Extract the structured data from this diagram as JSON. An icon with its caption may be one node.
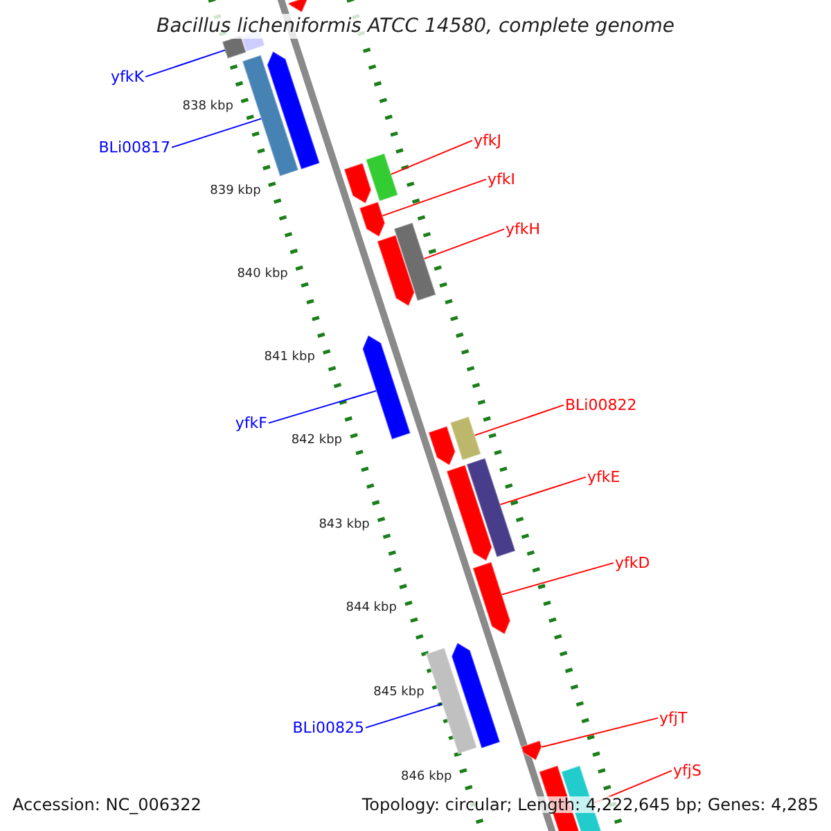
{
  "diagram": {
    "title": "Bacillus licheniformis ATCC 14580, complete genome",
    "nodes": [
      {
        "text": [
          "yfkK"
        ]
      },
      {
        "text": [
          "BLi00817"
        ]
      },
      {
        "text": [
          "yfkJ"
        ]
      },
      {
        "text": [
          "yfkI"
        ]
      },
      {
        "text": [
          "yfkH"
        ]
      },
      {
        "text": [
          "yfkF"
        ]
      },
      {
        "text": [
          "BLi00822"
        ]
      },
      {
        "text": [
          "yfkE"
        ]
      },
      {
        "text": [
          "yfkD"
        ]
      },
      {
        "text": [
          "yfjT"
        ]
      },
      {
        "text": [
          "BLi00825"
        ]
      },
      {
        "text": [
          "yfjS"
        ]
      },
      {
        "text": [],
        "shape": "bar"
      },
      {
        "text": [],
        "shape": "bar"
      },
      {
        "text": [],
        "shape": "bar"
      },
      {
        "text": [],
        "shape": "bar"
      },
      {
        "text": [],
        "shape": "bar"
      },
      {
        "text": [],
        "shape": "bar"
      },
      {
        "text": [],
        "shape": "bar"
      },
      {
        "text": [],
        "shape": "bar"
      },
      {
        "text": [],
        "shape": "bar"
      },
      {
        "text": [],
        "shape": "bar"
      },
      {
        "text": [],
        "shape": "bar"
      },
      {
        "text": [],
        "shape": "bar"
      },
      {
        "text": [],
        "shape": "bar"
      },
      {
        "text": [],
        "shape": "bar"
      },
      {
        "text": [],
        "shape": "bar"
      },
      {
        "text": [],
        "shape": "bar"
      },
      {
        "text": [],
        "shape": "bar"
      },
      {
        "text": [],
        "shape": "bar"
      },
      {
        "text": [],
        "shape": "bar"
      },
      {
        "text": [],
        "shape": "bar"
      },
      {
        "text": [],
        "shape": "bar"
      }
    ],
    "edges": [
      {
        "from": 0,
        "to": 14,
        "arrow": "none",
        "color": "#0000ff"
      },
      {
        "from": 1,
        "to": 16,
        "arrow": "none",
        "color": "#0000ff"
      },
      {
        "from": 2,
        "to": 17,
        "arrow": "none"
      },
      {
        "from": 3,
        "to": 19,
        "arrow": "none"
      },
      {
        "from": 4,
        "to": 20,
        "arrow": "none"
      },
      {
        "from": 5,
        "to": 22,
        "arrow": "none",
        "color": "#0000ff"
      },
      {
        "from": 6,
        "to": 23,
        "arrow": "none"
      },
      {
        "from": 7,
        "to": 25,
        "arrow": "none"
      },
      {
        "from": 8,
        "to": 27,
        "arrow": "none"
      },
      {
        "from": 9,
        "to": 30,
        "arrow": "none"
      },
      {
        "from": 10,
        "to": 29,
        "arrow": "none",
        "color": "#0000ff"
      },
      {
        "from": 11,
        "to": 32,
        "arrow": "none"
      }
    ],
    "labels": [
      "838 kbp",
      "839 kbp",
      "840 kbp",
      "841 kbp",
      "842 kbp",
      "843 kbp",
      "844 kbp",
      "845 kbp",
      "846 kbp",
      "Accession: NC_006322",
      "Topology: circular; Length: 4,222,645 bp; Genes: 4,285"
    ]
  }
}
